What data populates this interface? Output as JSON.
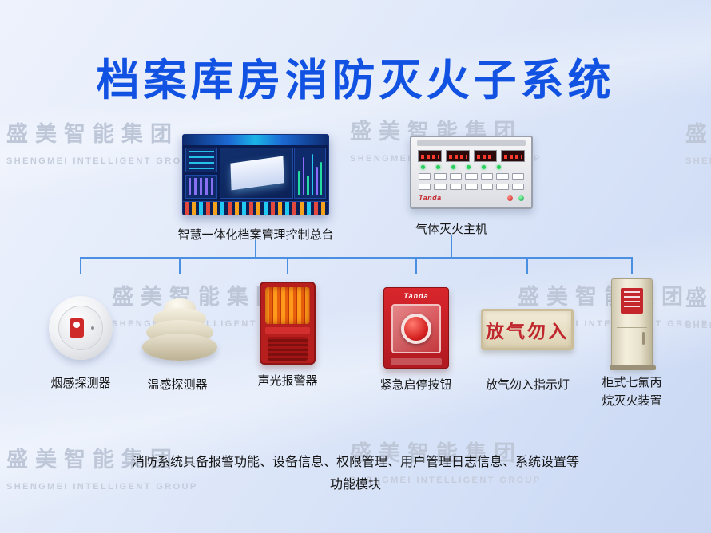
{
  "title": "档案库房消防灭火子系统",
  "watermark": {
    "cn": "盛美智能集团",
    "en": "SHENGMEI INTELLIGENT GROUP"
  },
  "console": {
    "label": "智慧一体化档案管理控制总台"
  },
  "host": {
    "label": "气体灭火主机",
    "brand": "Tanda"
  },
  "devices": {
    "smoke": {
      "label": "烟感探测器"
    },
    "heat": {
      "label": "温感探测器"
    },
    "siren": {
      "label": "声光报警器"
    },
    "button": {
      "label": "紧急启停按钮",
      "brand": "Tanda"
    },
    "sign": {
      "label": "放气勿入指示灯",
      "text": "放气勿入"
    },
    "cabinet": {
      "label_line1": "柜式七氟丙",
      "label_line2": "烷灭火装置"
    }
  },
  "footer": {
    "line1": "消防系统具备报警功能、设备信息、权限管理、用户管理日志信息、系统设置等",
    "line2": "功能模块"
  }
}
